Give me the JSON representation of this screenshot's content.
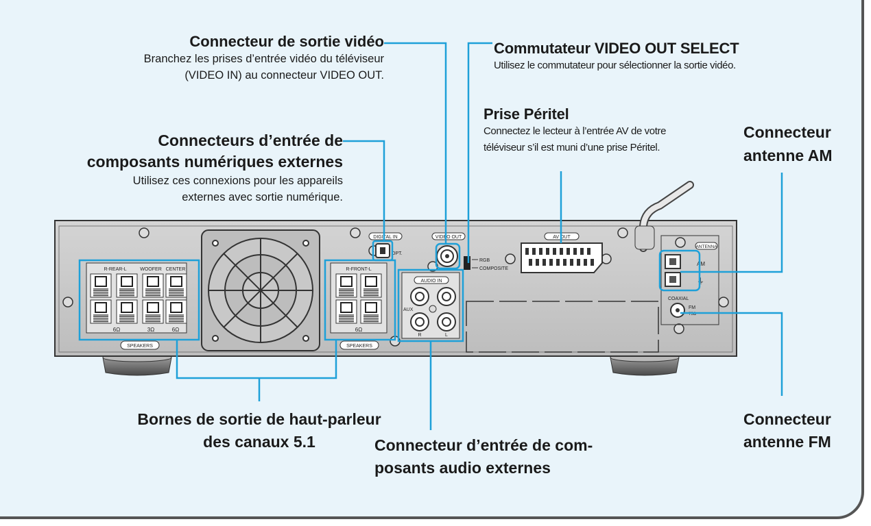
{
  "labels": {
    "video_out": {
      "title": "Connecteur de sortie vidéo",
      "desc": [
        "Branchez les prises d’entrée vidéo du téléviseur",
        "(VIDEO IN) au connecteur VIDEO OUT."
      ]
    },
    "video_select": {
      "title": "Commutateur VIDEO OUT SELECT",
      "desc": "Utilisez le commutateur pour sélectionner la sortie vidéo."
    },
    "peritel": {
      "title": "Prise Péritel",
      "desc": [
        "Connectez le lecteur à l’entrée AV de votre",
        "téléviseur s’il est muni d’une prise Péritel."
      ]
    },
    "am": {
      "title": [
        "Connecteur",
        "antenne AM"
      ]
    },
    "digital": {
      "title": [
        "Connecteurs d’entrée de",
        "composants numériques externes"
      ],
      "desc": [
        "Utilisez ces connexions pour les appareils",
        "externes avec sortie numérique."
      ]
    },
    "speakers": {
      "title": [
        "Bornes de sortie de haut-parleur",
        "des canaux 5.1"
      ]
    },
    "audio": {
      "title": [
        "Connecteur d’entrée de com-",
        "posants audio externes"
      ]
    },
    "fm": {
      "title": [
        "Connecteur",
        "antenne FM"
      ]
    }
  },
  "panel": {
    "digital_in": "DIGITAL IN",
    "opt": "OPT.",
    "video_out": "VIDEO OUT",
    "rgb": "RGB",
    "composite": "COMPOSITE",
    "av_out": "AV OUT",
    "antenna": "ANTENNA",
    "am": "AM",
    "coaxial": "COAXIAL",
    "fm": "FM",
    "fm_ohm": "75Ω",
    "rear_l": "R-REAR-L",
    "woofer": "WOOFER",
    "center": "CENTER",
    "front_l": "R-FRONT-L",
    "ohm6": "6Ω",
    "ohm3": "3Ω",
    "speakers": "SPEAKERS",
    "audio_in": "AUDIO IN",
    "aux": "AUX",
    "r": "R",
    "l": "L"
  },
  "colors": {
    "callout": "#1ea0d8",
    "background": "#e9f4fa",
    "panel": "#c8c8c8",
    "frame": "#555555"
  }
}
